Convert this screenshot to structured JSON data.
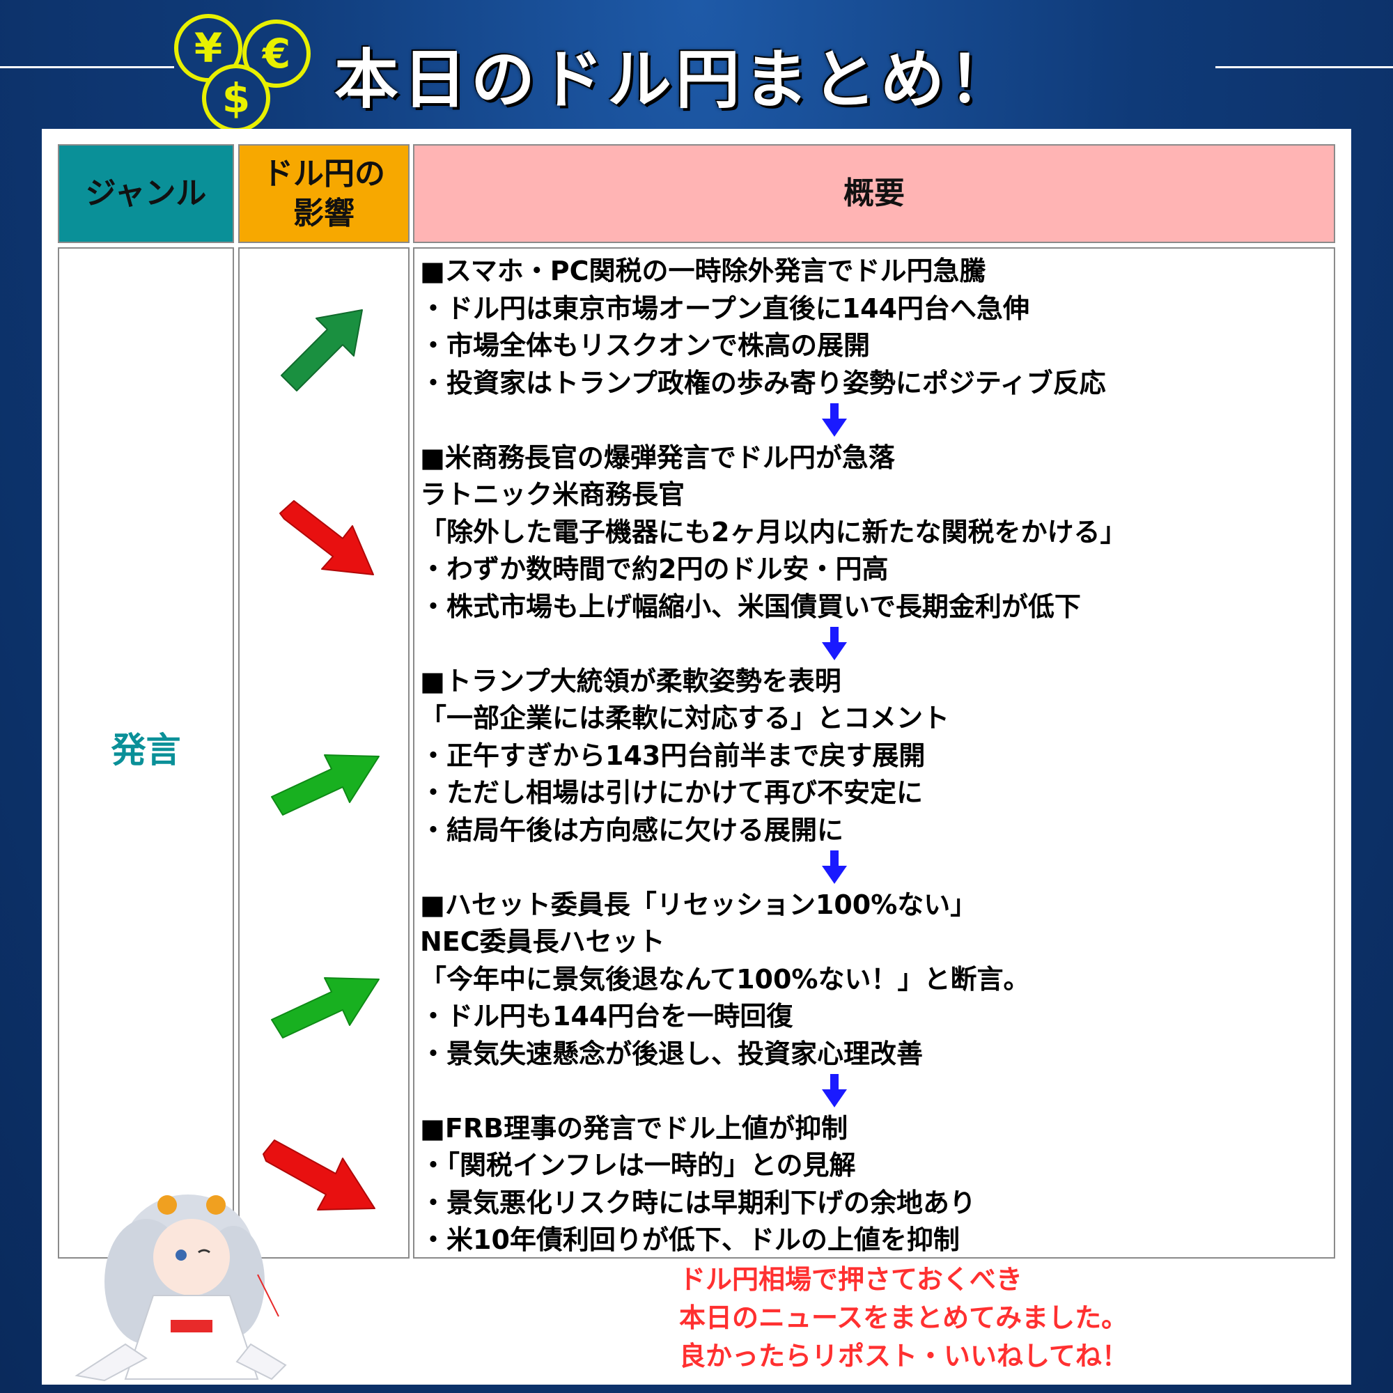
{
  "header": {
    "title": "本日のドル円まとめ！",
    "coin_symbols": {
      "yen": "¥",
      "euro": "€",
      "dollar": "$"
    },
    "accent_color": "#e8f000"
  },
  "table": {
    "headers": {
      "genre": "ジャンル",
      "impact": "ドル円の\n影響",
      "summary": "概要"
    },
    "header_colors": {
      "genre": "#0a9098",
      "impact": "#f7a800",
      "summary": "#ffb4b4"
    },
    "genre": "発言",
    "impacts": [
      "up",
      "down",
      "up",
      "up",
      "down"
    ],
    "impact_colors": {
      "up": "#1aa03a",
      "down": "#e81010"
    },
    "sections": [
      {
        "heading": "■スマホ・PC関税の一時除外発言でドル円急騰",
        "lines": [
          "・ドル円は東京市場オープン直後に144円台へ急伸",
          "・市場全体もリスクオンで株高の展開",
          "・投資家はトランプ政権の歩み寄り姿勢にポジティブ反応"
        ]
      },
      {
        "heading": "■米商務長官の爆弾発言でドル円が急落",
        "lines": [
          "ラトニック米商務長官",
          "「除外した電子機器にも2ヶ月以内に新たな関税をかける」",
          "・わずか数時間で約2円のドル安・円高",
          "・株式市場も上げ幅縮小、米国債買いで長期金利が低下"
        ]
      },
      {
        "heading": "■トランプ大統領が柔軟姿勢を表明",
        "lines": [
          "「一部企業には柔軟に対応する」とコメント",
          "・正午すぎから143円台前半まで戻す展開",
          "・ただし相場は引けにかけて再び不安定に",
          "・結局午後は方向感に欠ける展開に"
        ]
      },
      {
        "heading": "■ハセット委員長「リセッション100%ない」",
        "lines": [
          "NEC委員長ハセット",
          "「今年中に景気後退なんて100%ない！」と断言。",
          "・ドル円も144円台を一時回復",
          "・景気失速懸念が後退し、投資家心理改善"
        ]
      },
      {
        "heading": "■FRB理事の発言でドル上値が抑制",
        "lines": [
          "・「関税インフレは一時的」との見解",
          "・景気悪化リスク時には早期利下げの余地あり",
          "・米10年債利回りが低下、ドルの上値を抑制"
        ]
      }
    ],
    "flow_arrow_color": "#1a1aff"
  },
  "footer": {
    "lines": [
      "ドル円相場で押さておくべき",
      "本日のニュースをまとめてみました。",
      "良かったらリポスト・いいねしてね！"
    ],
    "color": "#ff3030"
  }
}
